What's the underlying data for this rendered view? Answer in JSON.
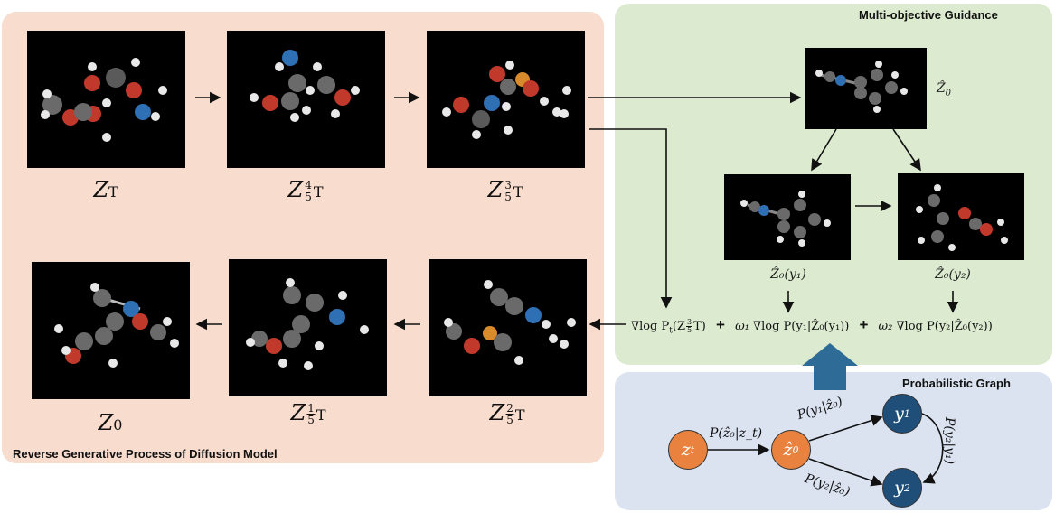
{
  "panels": {
    "reverse_title": "Reverse Generative Process of Diffusion  Model",
    "guidance_title": "Multi-objective Guidance",
    "graph_title": "Probabilistic Graph"
  },
  "colors": {
    "reverse_bg": "#f8dccd",
    "guidance_bg": "#dcebd0",
    "graph_bg": "#dbe3f1",
    "node_orange": "#e8823e",
    "node_blue": "#1f4e79",
    "big_arrow": "#2e6b96",
    "atom_carbon": "#6a6a6a",
    "atom_oxygen": "#c0392b",
    "atom_nitrogen": "#2f6fb3",
    "atom_sulfur": "#d98a2b",
    "atom_hydrogen": "#e8e8e8"
  },
  "molecule_labels": {
    "zT": {
      "base": "Z",
      "sub": "T"
    },
    "z4": {
      "base": "Z",
      "num": "4",
      "den": "5",
      "tail": "T"
    },
    "z3": {
      "base": "Z",
      "num": "3",
      "den": "5",
      "tail": "T"
    },
    "z2": {
      "base": "Z",
      "num": "2",
      "den": "5",
      "tail": "T"
    },
    "z1": {
      "base": "Z",
      "num": "1",
      "den": "5",
      "tail": "T"
    },
    "z0": {
      "base": "Z",
      "sub": "0"
    }
  },
  "guidance": {
    "z0hat": "Ẑ",
    "z0hat_sub": "0",
    "z0hat_y1": "Ẑ₀(y₁)",
    "z0hat_y2": "Ẑ₀(y₂)"
  },
  "equation": {
    "term1": "∇log P",
    "term1_sub": "t",
    "term1_arg": "(Z",
    "term1_frac_num": "3",
    "term1_frac_den": "5",
    "term1_close": "T)",
    "plus": "+",
    "w1": "ω₁",
    "term2": "∇log P(y₁|Ẑ₀(y₁))",
    "w2": "ω₂",
    "term3": "∇log P(y₂|Ẑ₀(y₂))"
  },
  "graph": {
    "node_zt": "z",
    "node_zt_sub": "t",
    "node_z0": "ẑ",
    "node_z0_sub": "0",
    "node_y1": "y",
    "node_y1_sub": "1",
    "node_y2": "y",
    "node_y2_sub": "2",
    "edge_zt_z0": "P(ẑ₀|z_t)",
    "edge_z0_y1": "P(y₁|ẑ₀)",
    "edge_z0_y2": "P(y₂|ẑ₀)",
    "edge_y1_y2": "P(y₂|y₁)"
  }
}
